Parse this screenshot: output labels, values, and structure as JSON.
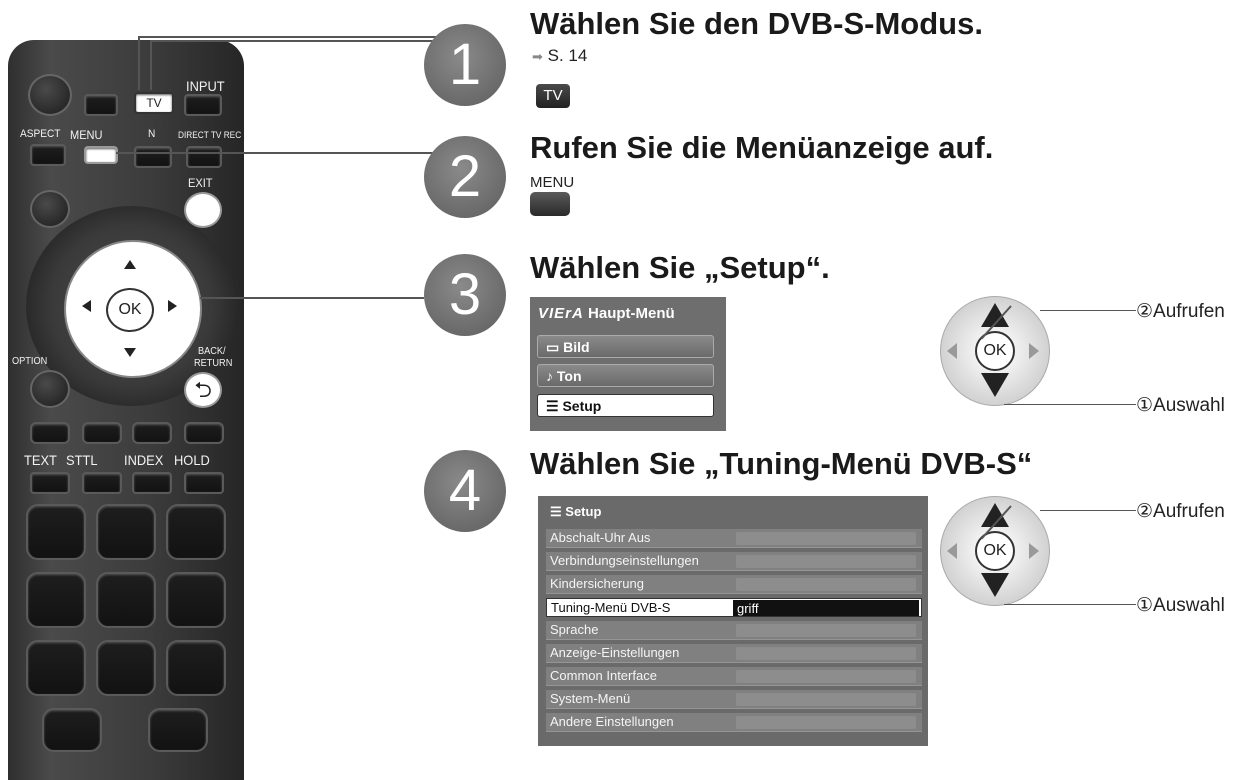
{
  "remote": {
    "labels": {
      "input": "INPUT",
      "tv": "TV",
      "aspect": "ASPECT",
      "menu": "MENU",
      "n": "N",
      "direct_tv_rec": "DIRECT TV REC",
      "exit": "EXIT",
      "ok": "OK",
      "option": "OPTION",
      "back_return_1": "BACK/",
      "back_return_2": "RETURN",
      "text": "TEXT",
      "sttl": "STTL",
      "index": "INDEX",
      "hold": "HOLD"
    }
  },
  "steps": [
    {
      "number": "1",
      "title": "Wählen Sie den DVB-S-Modus.",
      "ref": "S. 14",
      "key": "TV"
    },
    {
      "number": "2",
      "title": "Rufen Sie die Menüanzeige auf.",
      "key": "MENU"
    },
    {
      "number": "3",
      "title": "Wählen Sie „Setup“."
    },
    {
      "number": "4",
      "title": "Wählen Sie „Tuning-Menü DVB-S“"
    }
  ],
  "haupt_menu": {
    "brand": "VIErA",
    "title": "Haupt-Menü",
    "items": [
      {
        "label": "Bild",
        "icon": "picture-icon"
      },
      {
        "label": "Ton",
        "icon": "note-icon"
      },
      {
        "label": "Setup",
        "icon": "list-icon",
        "selected": true
      }
    ]
  },
  "setup_menu": {
    "title": "Setup",
    "items": [
      "Abschalt-Uhr Aus",
      "Verbindungseinstellungen",
      "Kindersicherung",
      "Tuning-Menü DVB-S",
      "Sprache",
      "Anzeige-Einstellungen",
      "Common Interface",
      "System-Menü",
      "Andere Einstellungen"
    ],
    "selected_index": 3,
    "selected_value": "griff"
  },
  "nav_disc": {
    "ok": "OK",
    "enter_label": "②Aufrufen",
    "select_label": "①Auswahl"
  }
}
